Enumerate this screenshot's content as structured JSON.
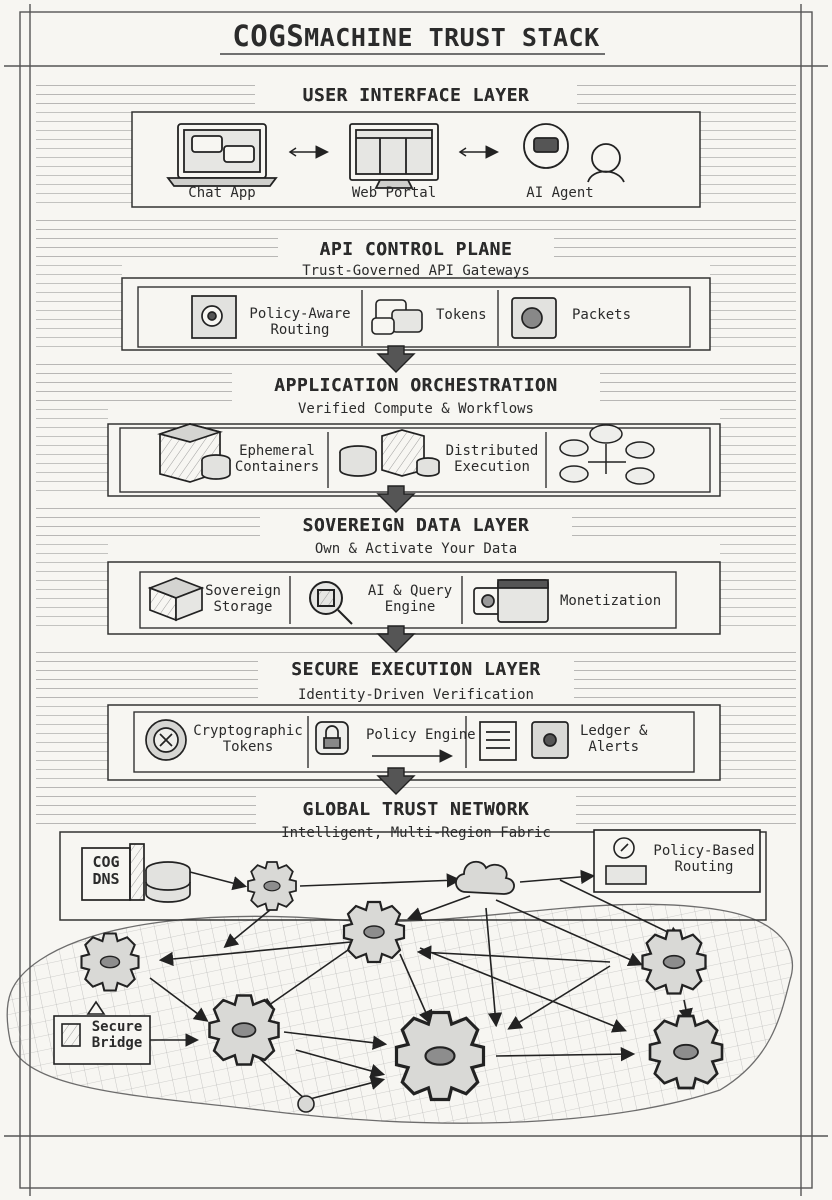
{
  "title": {
    "brand": "COGS",
    "rest": "MACHINE TRUST STACK"
  },
  "layers": {
    "ui": {
      "header": "USER INTERFACE LAYER",
      "items": [
        {
          "label": "Chat App",
          "icon": "laptop-chat-icon"
        },
        {
          "label": "Web Portal",
          "icon": "monitor-portal-icon"
        },
        {
          "label": "AI Agent",
          "icon": "ai-agent-icon"
        }
      ]
    },
    "api": {
      "header": "API CONTROL PLANE",
      "subtitle": "Trust-Governed API Gateways",
      "items": [
        {
          "label": "Policy-Aware\nRouting",
          "icon": "gear-box-icon"
        },
        {
          "label": "Tokens",
          "icon": "message-bubbles-icon"
        },
        {
          "label": "Packets",
          "icon": "packet-icon"
        }
      ]
    },
    "app": {
      "header": "APPLICATION ORCHESTRATION",
      "subtitle": "Verified Compute & Workflows",
      "items": [
        {
          "label": "Ephemeral\nContainers",
          "icon": "containers-icon"
        },
        {
          "label": "Distributed\nExecution",
          "icon": "distributed-execution-icon"
        },
        {
          "label": "",
          "icon": "cloud-network-icon"
        }
      ]
    },
    "data": {
      "header": "SOVEREIGN DATA LAYER",
      "subtitle": "Own & Activate Your Data",
      "items": [
        {
          "label": "Sovereign\nStorage",
          "icon": "storage-icon"
        },
        {
          "label": "AI & Query\nEngine",
          "icon": "magnifier-icon"
        },
        {
          "label": "Monetization",
          "icon": "monetization-icon"
        }
      ]
    },
    "exec": {
      "header": "SECURE EXECUTION LAYER",
      "subtitle": "Identity-Driven Verification",
      "items": [
        {
          "label": "Cryptographic\nTokens",
          "icon": "crypto-token-icon"
        },
        {
          "label": "Policy Engine",
          "icon": "lock-icon"
        },
        {
          "label": "Ledger &\nAlerts",
          "icon": "ledger-icon"
        }
      ]
    },
    "network": {
      "header": "GLOBAL TRUST NETWORK",
      "subtitle": "Intelligent, Multi-Region Fabric",
      "dns": "COG\nDNS",
      "policy_routing": "Policy-Based\nRouting",
      "secure_bridge": "Secure\nBridge"
    }
  },
  "colors": {
    "ink": "#2a2a2a",
    "paper": "#f7f6f2",
    "shade": "#9a9a9a"
  }
}
